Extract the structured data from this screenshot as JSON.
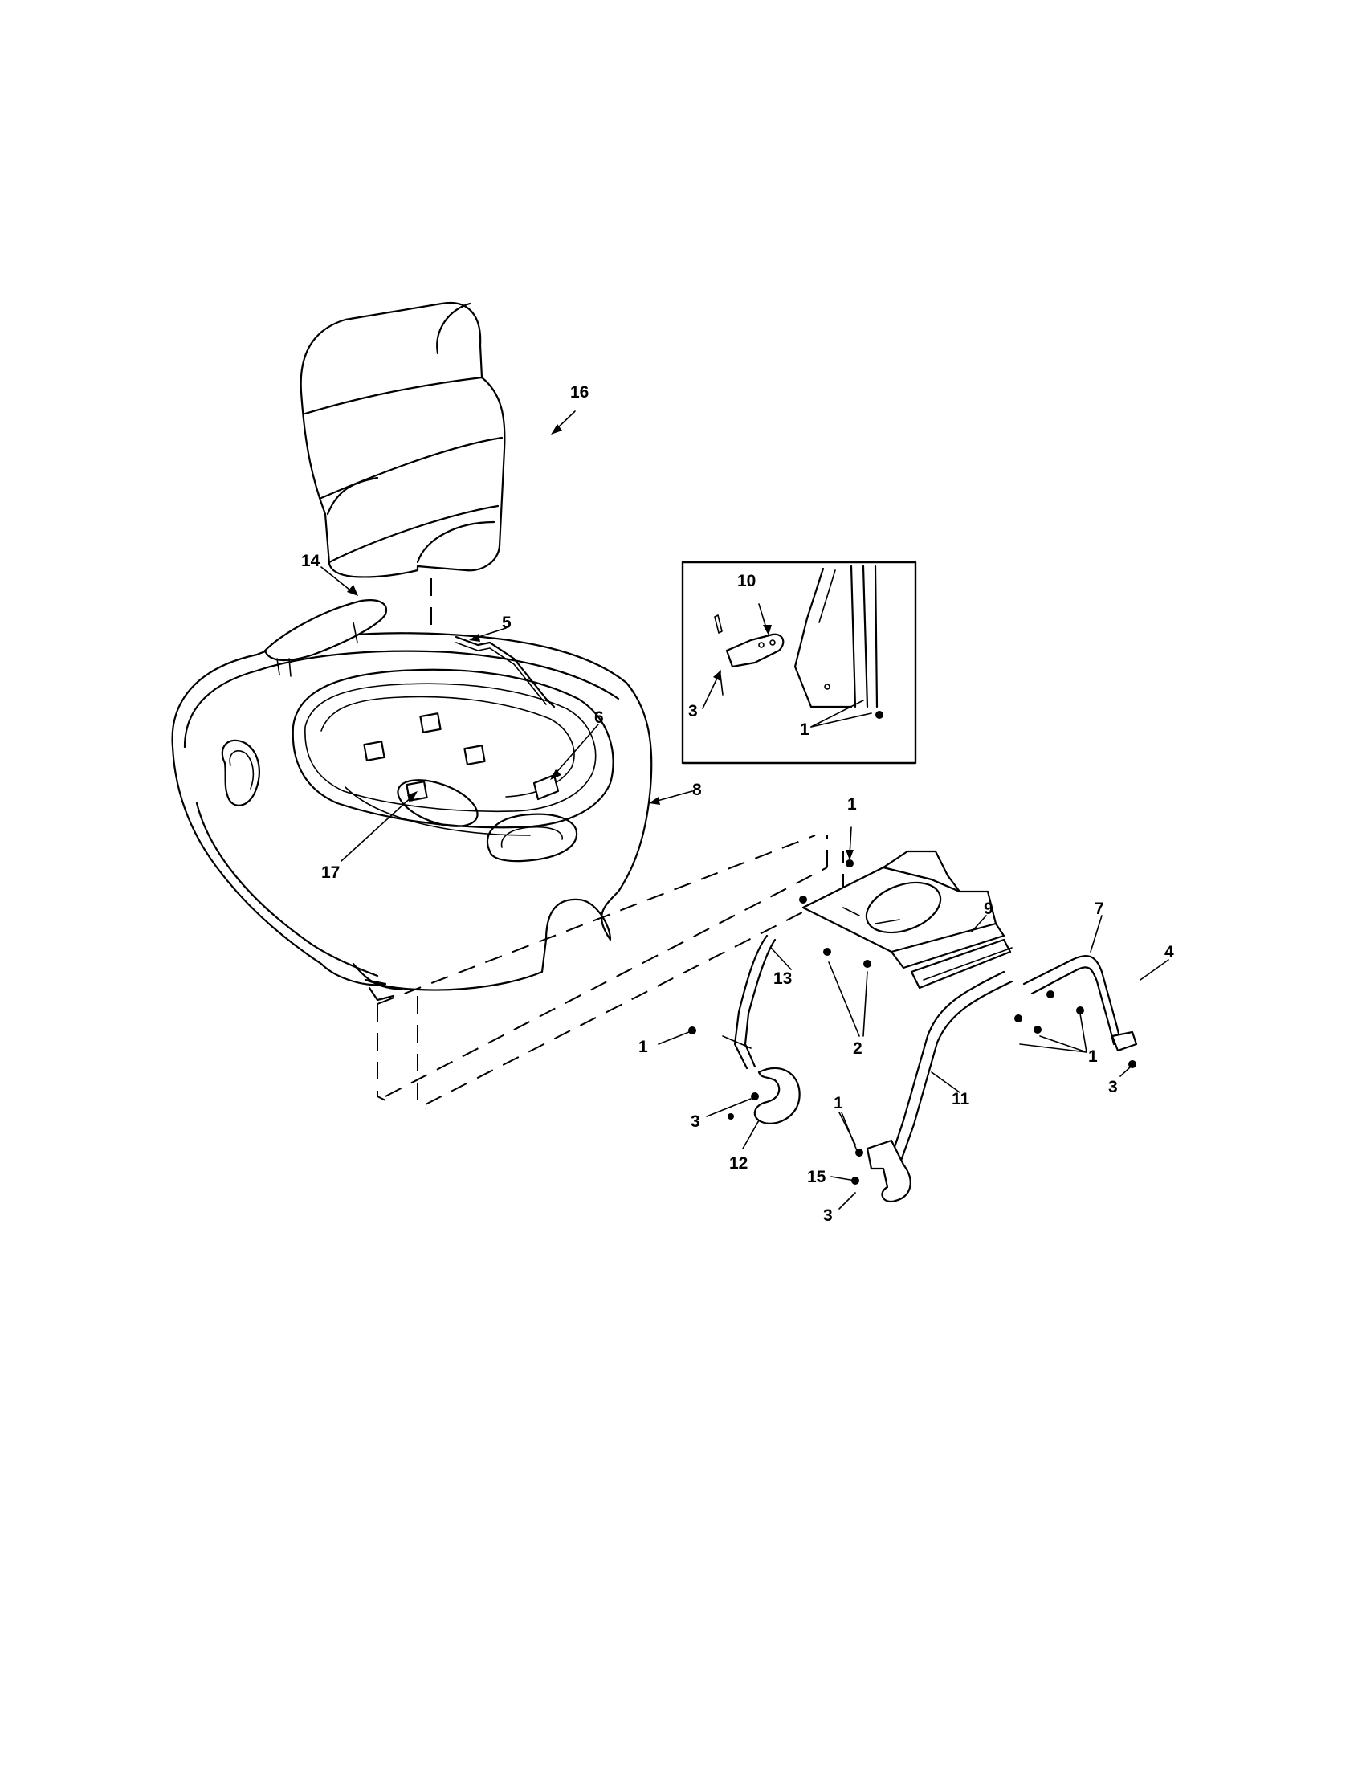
{
  "diagram": {
    "callouts": {
      "c1a": "1",
      "c1b": "1",
      "c1c": "1",
      "c1d": "1",
      "c1e": "1",
      "c2": "2",
      "c3a": "3",
      "c3b": "3",
      "c3c": "3",
      "c3d": "3",
      "c4": "4",
      "c5": "5",
      "c6": "6",
      "c7": "7",
      "c8": "8",
      "c9": "9",
      "c10": "10",
      "c11": "11",
      "c12": "12",
      "c13": "13",
      "c14": "14",
      "c15": "15",
      "c16": "16",
      "c17": "17"
    }
  }
}
